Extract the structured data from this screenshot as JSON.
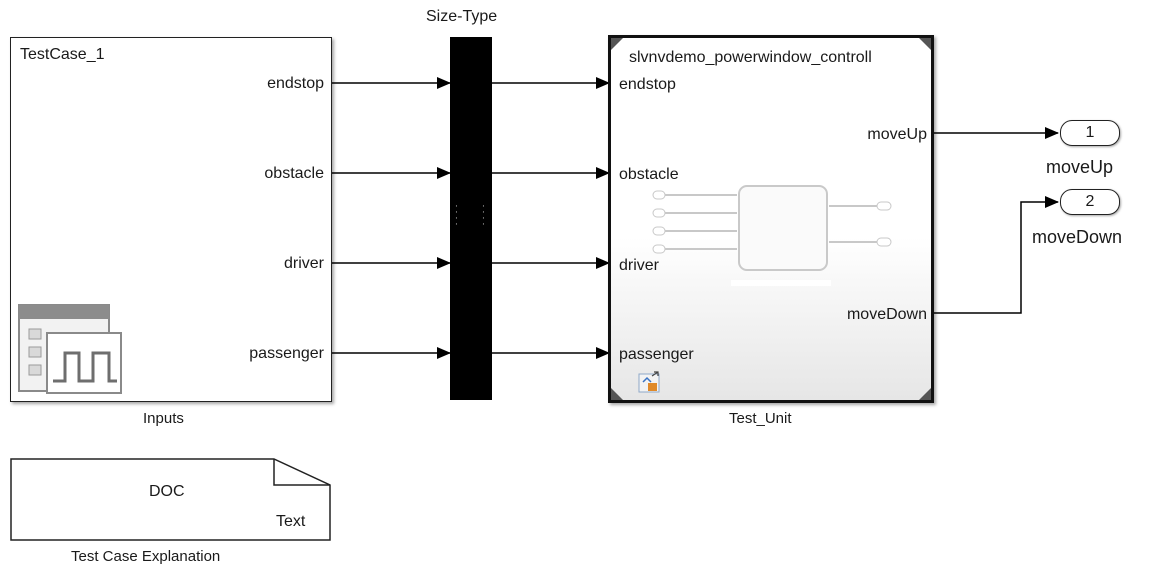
{
  "mux": {
    "label": "Size-Type"
  },
  "inputs_block": {
    "title": "TestCase_1",
    "name": "Inputs",
    "ports": [
      "endstop",
      "obstacle",
      "driver",
      "passenger"
    ]
  },
  "test_unit": {
    "ref_name": "slvnvdemo_powerwindow_controll",
    "name": "Test_Unit",
    "in_ports": [
      "endstop",
      "obstacle",
      "driver",
      "passenger"
    ],
    "out_ports": [
      "moveUp",
      "moveDown"
    ]
  },
  "outports": [
    {
      "number": "1",
      "name": "moveUp"
    },
    {
      "number": "2",
      "name": "moveDown"
    }
  ],
  "doc_block": {
    "title": "DOC",
    "type": "Text",
    "name": "Test Case Explanation"
  },
  "colors": {
    "line": "#000000",
    "block_border": "#222222",
    "bus": "#000000"
  }
}
